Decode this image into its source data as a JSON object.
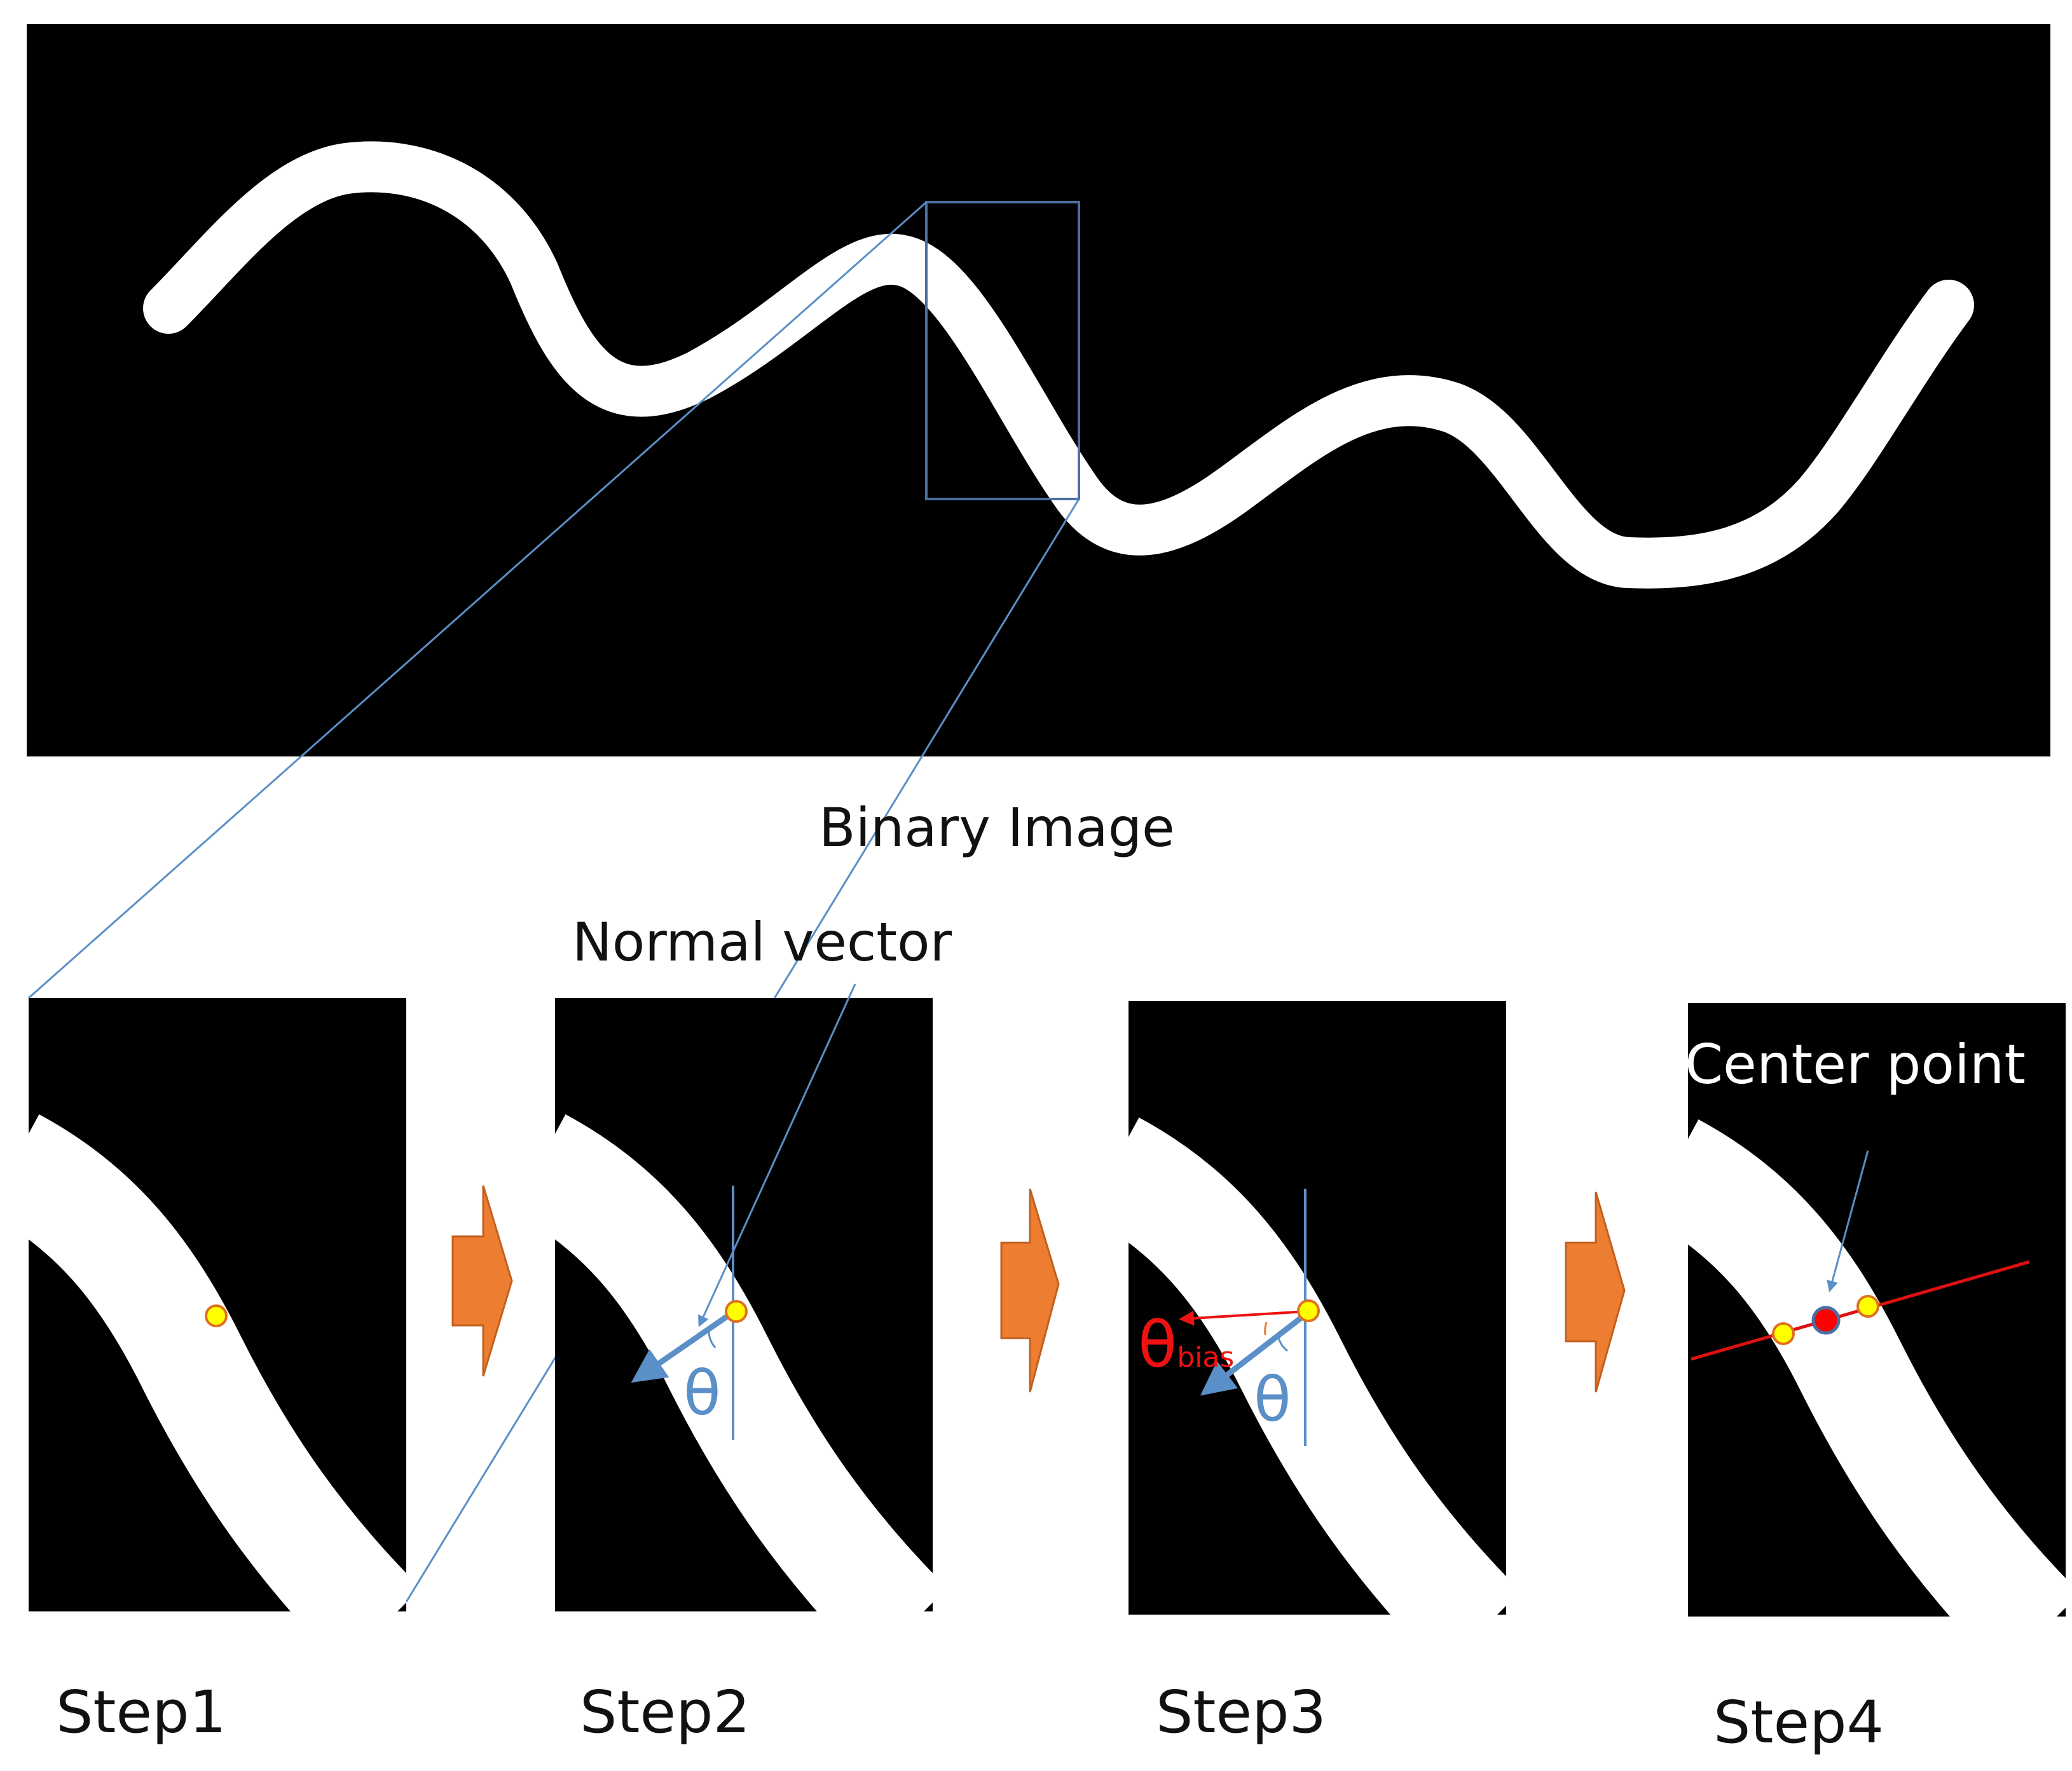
{
  "labels": {
    "binary_image": "Binary Image",
    "normal_vector": "Normal vector",
    "center_point": "Center point",
    "theta": "θ",
    "theta_bias_main": "θ",
    "theta_bias_sub": "bias"
  },
  "steps": [
    "Step1",
    "Step2",
    "Step3",
    "Step4"
  ],
  "colors": {
    "background": "#000000",
    "curve": "#ffffff",
    "guide_line": "#5b8fc7",
    "arrow_fill": "#ed7d31",
    "point_yellow": "#ffff00",
    "point_red": "#ff0000",
    "bias_red": "#ee1111",
    "zoom_box": "#4a6fa0"
  }
}
